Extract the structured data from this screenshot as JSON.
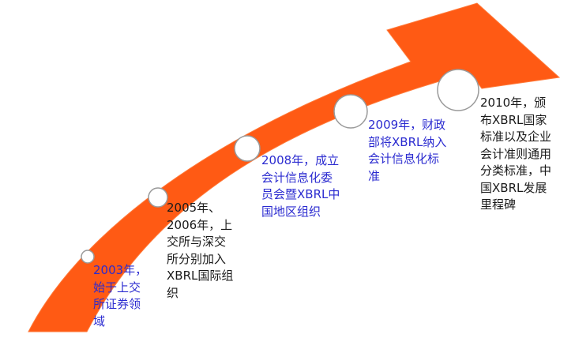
{
  "colors": {
    "arrow": "#ff5a14",
    "arrow_edge": "#ff7a3a",
    "milestone_fill": "#ffffff",
    "milestone_stroke": "#9a9a9a",
    "blue_text": "#2b2bd0",
    "dark_text": "#1a1a1a"
  },
  "milestones": [
    {
      "year": "2003",
      "text": "2003年，\n始于上交\n所证券领\n域"
    },
    {
      "year": "2005-2006",
      "text": "2005年、\n2006年，上\n交所与深交\n所分别加入\nXBRL国际组\n织"
    },
    {
      "year": "2008",
      "text": "2008年，成立\n会计信息化委\n员会暨XBRL中\n国地区组织"
    },
    {
      "year": "2009",
      "text": "2009年，财政\n部将XBRL纳入\n会计信息化标\n准"
    },
    {
      "year": "2010",
      "text": "2010年，颁\n布XBRL国家\n标准以及企业\n会计准则通用\n分类标准，中\n国XBRL发展\n里程碑"
    }
  ]
}
